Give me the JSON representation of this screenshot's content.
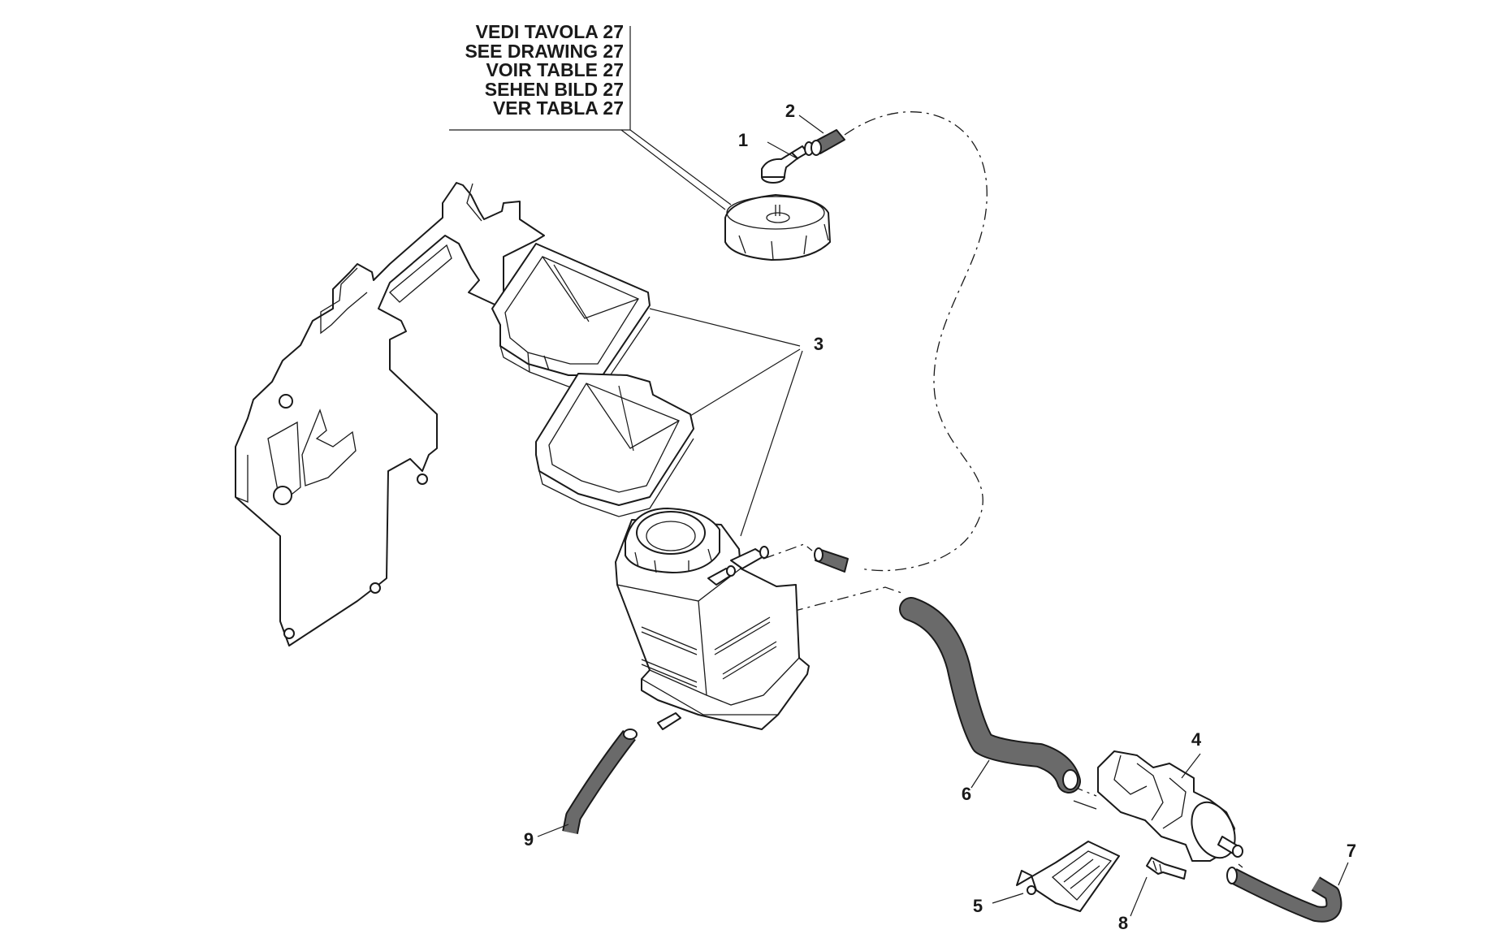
{
  "reference_note": {
    "lines": [
      "VEDI TAVOLA 27",
      "SEE DRAWING 27",
      "VOIR TABLE 27",
      "SEHEN BILD 27",
      "VER TABLA 27"
    ]
  },
  "callouts": [
    "1",
    "2",
    "3",
    "4",
    "5",
    "6",
    "7",
    "8",
    "9"
  ]
}
